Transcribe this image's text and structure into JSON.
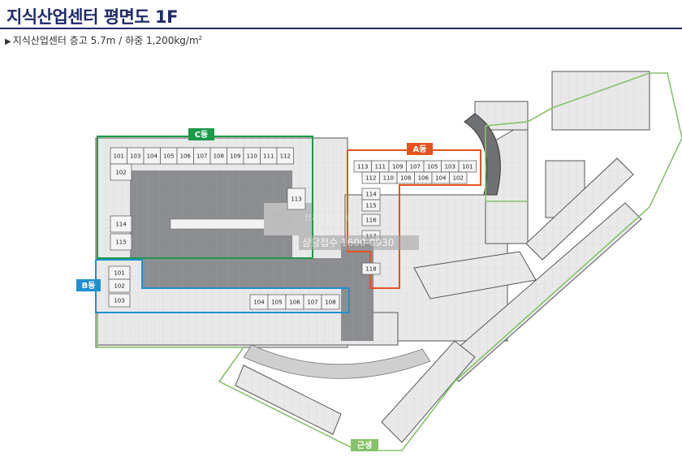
{
  "header": {
    "title": "지식산업센터 평면도 1F",
    "subtitle_marker": "▶",
    "subtitle_main": "지식산업센터 층고 5.7m / 하중 1,200kg/m",
    "subtitle_sup": "2"
  },
  "colors": {
    "title_navy": "#1e2a66",
    "zone_c": "#1a9a4a",
    "zone_a": "#e5531f",
    "zone_b": "#1f8fd0",
    "zone_retail": "#86c26a",
    "parking": "#8a8c8f",
    "floor": "#e8e8e8"
  },
  "zones": {
    "c": {
      "tag": "C동",
      "top_units": [
        "101",
        "103",
        "104",
        "105",
        "106",
        "107",
        "108",
        "109",
        "110",
        "111",
        "112"
      ],
      "side_units": [
        "102",
        "114",
        "115"
      ],
      "right_units": [
        "113"
      ]
    },
    "a": {
      "tag": "A동",
      "top_row": [
        "113",
        "111",
        "109",
        "107",
        "105",
        "103",
        "101"
      ],
      "second_row": [
        "112",
        "110",
        "108",
        "106",
        "104",
        "102"
      ],
      "side_units": [
        "114",
        "115",
        "116",
        "117",
        "118"
      ]
    },
    "b": {
      "tag": "B동",
      "side_units": [
        "101",
        "102",
        "103"
      ],
      "bottom_units": [
        "104",
        "105",
        "106",
        "107",
        "108"
      ]
    },
    "retail": {
      "tag": "근생"
    }
  },
  "watermark": {
    "line1": "판교중개사사무",
    "line2": "상담접수 1600-0930"
  }
}
